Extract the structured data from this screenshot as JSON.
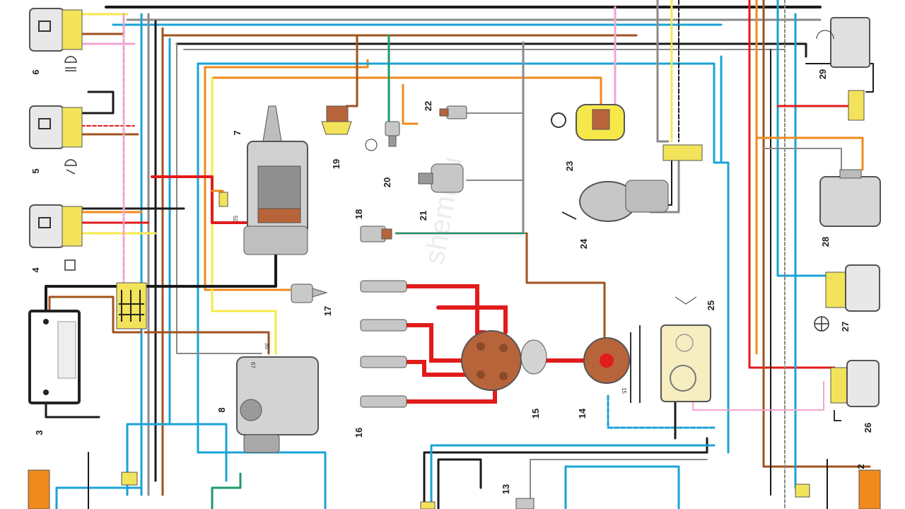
{
  "colors": {
    "black": "#1a1a1a",
    "red": "#e21b1b",
    "orange": "#f08a1c",
    "brown": "#a0521e",
    "blue": "#1aa3d6",
    "green": "#1f9a6a",
    "yellow": "#f7e84a",
    "pink": "#f2a5d0",
    "grey": "#8a8a8a",
    "connector": "#f2e35b",
    "cap": "#b8643a",
    "metal": "#c9c9c9"
  },
  "components": [
    {
      "num": "2",
      "icon": "side-indicator-lamp-icon"
    },
    {
      "num": "3",
      "icon": "battery-icon"
    },
    {
      "num": "4",
      "icon": "relay-icon"
    },
    {
      "num": "5",
      "icon": "high-beam-relay-icon"
    },
    {
      "num": "6",
      "icon": "low-beam-relay-icon"
    },
    {
      "num": "7",
      "icon": "starter-motor-icon"
    },
    {
      "num": "8",
      "icon": "alternator-icon"
    },
    {
      "num": "13",
      "icon": "sensor-icon"
    },
    {
      "num": "14",
      "icon": "ignition-coil-icon"
    },
    {
      "num": "15",
      "icon": "distributor-icon"
    },
    {
      "num": "16",
      "icon": "spark-plug-icon"
    },
    {
      "num": "17",
      "icon": "capacitor-icon"
    },
    {
      "num": "18",
      "icon": "temperature-sensor-icon"
    },
    {
      "num": "19",
      "icon": "oil-pressure-switch-icon"
    },
    {
      "num": "20",
      "icon": "reverse-light-switch-icon"
    },
    {
      "num": "21",
      "icon": "oil-pressure-sensor-icon"
    },
    {
      "num": "22",
      "icon": "warning-sensor-icon"
    },
    {
      "num": "23",
      "icon": "brake-fluid-sensor-icon"
    },
    {
      "num": "24",
      "icon": "wiper-motor-icon"
    },
    {
      "num": "25",
      "icon": "washer-reservoir-icon"
    },
    {
      "num": "26",
      "icon": "horn-relay-icon"
    },
    {
      "num": "27",
      "icon": "fan-relay-icon"
    },
    {
      "num": "28",
      "icon": "voltage-regulator-icon"
    },
    {
      "num": "29",
      "icon": "wiper-relay-icon"
    }
  ],
  "small_labels": {
    "starter_terminal": "50",
    "alt_terminal_1": "30",
    "alt_terminal_2": "67",
    "coil_terminal": "15"
  },
  "watermark": "shemi.ru"
}
